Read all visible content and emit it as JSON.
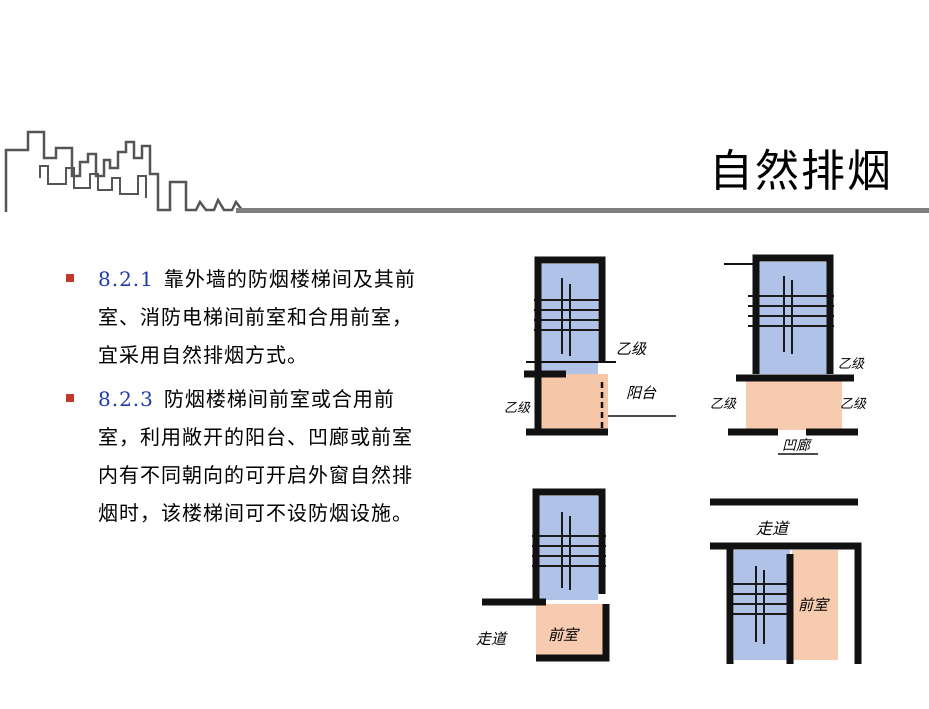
{
  "header": {
    "title": "自然排烟"
  },
  "bullets": [
    {
      "clause": "8.2.1",
      "text": "靠外墙的防烟楼梯间及其前室、消防电梯间前室和合用前室，宜采用自然排烟方式。"
    },
    {
      "clause": "8.2.3",
      "text": "防烟楼梯间前室或合用前室，利用敞开的阳台、凹廊或前室内有不同朝向的可开启外窗自然排烟时，该楼梯间可不设防烟设施。"
    }
  ],
  "sketches": {
    "d1": {
      "label_a": "乙级",
      "label_b": "阳台",
      "label_c": "乙级"
    },
    "d2": {
      "label_a": "乙级",
      "label_b": "乙级",
      "label_c": "乙级",
      "label_d": "凹廊"
    },
    "d3": {
      "label_a": "走道",
      "label_b": "前室"
    },
    "d4": {
      "label_a": "走道",
      "label_b": "前室"
    }
  },
  "colors": {
    "stair_blue": "#6f8fd6",
    "room_orange": "#f0a070",
    "bullet_marker": "#c0392b",
    "clause_number": "#1f3aa8",
    "rule_gray": "#7f7f7f"
  }
}
